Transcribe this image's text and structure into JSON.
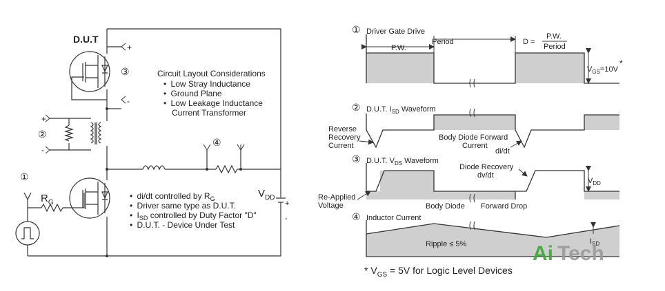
{
  "colors": {
    "line": "#333333",
    "shade": "#cfcfcf",
    "logo_green": "#3aa83a",
    "logo_gray": "#9a9a9a"
  },
  "circuit": {
    "dut_label": "D.U.T",
    "markers": {
      "m1": "①",
      "m2": "②",
      "m3": "③",
      "m4": "④"
    },
    "plus": "+",
    "minus": "-",
    "rg_main": "R",
    "rg_sub": "G",
    "vdd_main": "V",
    "vdd_sub": "DD",
    "layout_title": "Circuit Layout Considerations",
    "layout_items": [
      "Low Stray Inductance",
      "Ground Plane",
      "Low Leakage Inductance"
    ],
    "layout_cont": "Current Transformer",
    "notes": {
      "n1_main": "di/dt controlled by R",
      "n1_sub": "G",
      "n2": "Driver same type as D.U.T.",
      "n3_a": "I",
      "n3_sub": "SD",
      "n3_b": " controlled by Duty Factor \"D\"",
      "n4": "D.U.T. - Device Under Test"
    }
  },
  "waveforms": {
    "gate_title": "Driver Gate Drive",
    "period": "Period",
    "pw": "P.W.",
    "d_label": "D =",
    "d_num": "P.W.",
    "d_den": "Period",
    "vgs_main": "V",
    "vgs_sub": "GS",
    "vgs_val": "=10V",
    "asterisk": "*",
    "isd_title_a": "D.U.T. I",
    "isd_title_sub": "SD",
    "isd_title_b": " Waveform",
    "reverse": [
      "Reverse",
      "Recovery",
      "Current"
    ],
    "body_diode": "Body  Diode  Forward",
    "current": "Current",
    "didt": "di/dt",
    "vds_title_a": "D.U.T. V",
    "vds_title_sub": "DS",
    "vds_title_b": " Waveform",
    "diode_recovery": "Diode  Recovery",
    "dvdt": "dv/dt",
    "vdd_main": "V",
    "vdd_sub": "DD",
    "reapplied": [
      "Re-Applied",
      "Voltage"
    ],
    "body_drop": "Body  Diode",
    "forward_drop": "Forward  Drop",
    "inductor_title": "Inductor Current",
    "ripple": "Ripple  ≤  5%",
    "isd_main": "I",
    "isd_sub": "SD",
    "footnote_a": "* V",
    "footnote_sub": "GS",
    "footnote_b": " = 5V for Logic Level Devices"
  },
  "logo": {
    "part1": "Ai",
    "part2": "Tech"
  }
}
